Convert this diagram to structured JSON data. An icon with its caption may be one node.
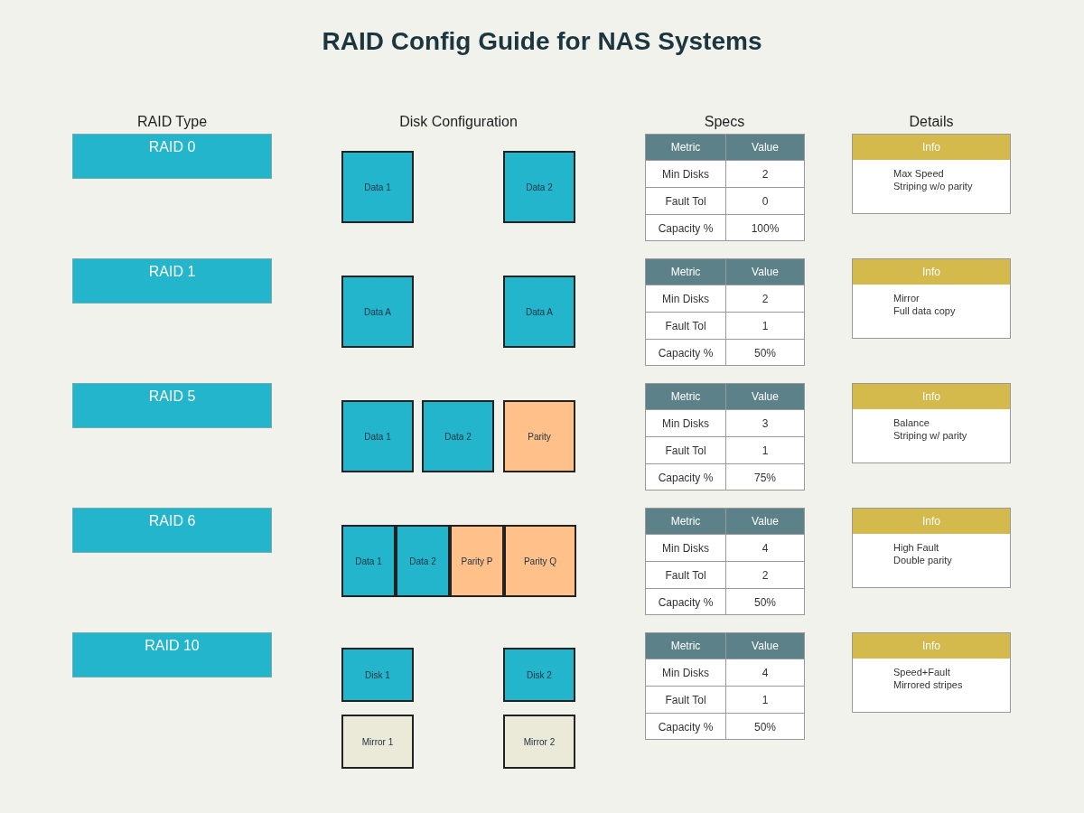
{
  "diagram": {
    "title": "RAID Config Guide for NAS Systems",
    "nodes": [
      {
        "text": [
          "RAID 0"
        ]
      },
      {
        "text": [
          "Data 1"
        ]
      },
      {
        "text": [
          "Data 2"
        ]
      },
      {
        "text": [
          "Info",
          "Max Speed",
          "Striping w/o parity"
        ]
      },
      {
        "text": [
          "RAID 1"
        ]
      },
      {
        "text": [
          "Data A"
        ]
      },
      {
        "text": [
          "Data A"
        ]
      },
      {
        "text": [
          "Info",
          "Mirror",
          "Full data copy"
        ]
      },
      {
        "text": [
          "RAID 5"
        ]
      },
      {
        "text": [
          "Data 1"
        ]
      },
      {
        "text": [
          "Data 2"
        ]
      },
      {
        "text": [
          "Parity"
        ]
      },
      {
        "text": [
          "Info",
          "Balance",
          "Striping w/ parity"
        ]
      },
      {
        "text": [
          "RAID 6"
        ]
      },
      {
        "text": [
          "Data 1"
        ]
      },
      {
        "text": [
          "Data 2"
        ]
      },
      {
        "text": [
          "Parity P"
        ]
      },
      {
        "text": [
          "Parity Q"
        ]
      },
      {
        "text": [
          "Info",
          "High Fault",
          "Double parity"
        ]
      },
      {
        "text": [
          "RAID 10"
        ]
      },
      {
        "text": [
          "Disk 1"
        ]
      },
      {
        "text": [
          "Disk 2"
        ]
      },
      {
        "text": [
          "Mirror 1"
        ]
      },
      {
        "text": [
          "Mirror 2"
        ]
      },
      {
        "text": [
          "Info",
          "Speed+Fault",
          "Mirrored stripes"
        ]
      }
    ],
    "edges": [],
    "labels": [
      "RAID Type",
      "Disk Configuration",
      "Specs",
      "Details",
      "Metric",
      "Value",
      "Min Disks",
      "2",
      "Fault Tol",
      "0",
      "Capacity %",
      "100%",
      "Metric",
      "Value",
      "Min Disks",
      "2",
      "Fault Tol",
      "1",
      "Capacity %",
      "50%",
      "Metric",
      "Value",
      "Min Disks",
      "3",
      "Fault Tol",
      "1",
      "Capacity %",
      "75%",
      "Metric",
      "Value",
      "Min Disks",
      "4",
      "Fault Tol",
      "2",
      "Capacity %",
      "50%",
      "Metric",
      "Value",
      "Min Disks",
      "4",
      "Fault Tol",
      "1",
      "Capacity %",
      "50%"
    ]
  }
}
